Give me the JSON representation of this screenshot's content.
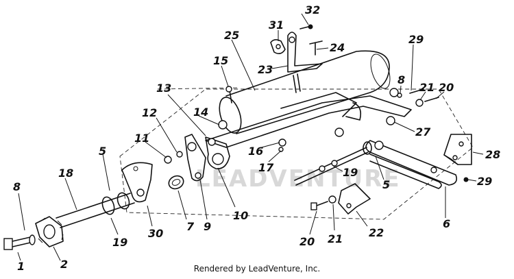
{
  "diagram": {
    "watermark": "LEADVENTURE",
    "footer": "Rendered by LeadVenture, Inc.",
    "callouts": [
      "1",
      "2",
      "5",
      "5",
      "6",
      "7",
      "8",
      "8",
      "9",
      "10",
      "11",
      "12",
      "13",
      "14",
      "15",
      "16",
      "17",
      "18",
      "19",
      "19",
      "20",
      "20",
      "21",
      "21",
      "22",
      "23",
      "24",
      "25",
      "27",
      "28",
      "29",
      "29",
      "30",
      "31",
      "32"
    ]
  }
}
